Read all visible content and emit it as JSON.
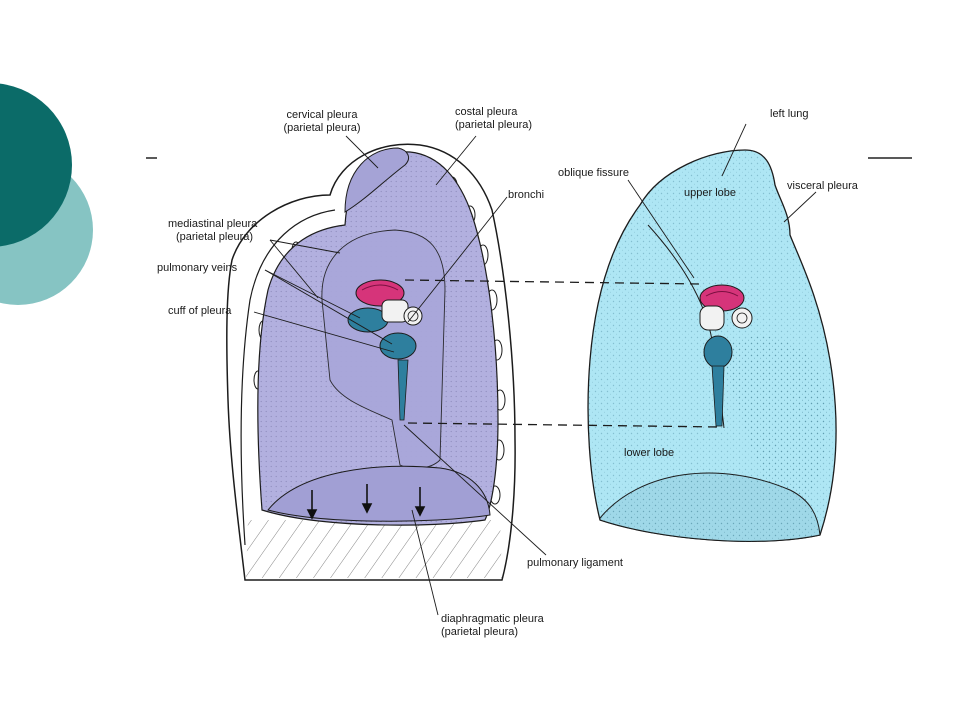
{
  "colors": {
    "dark_teal": "#0b6b68",
    "light_teal": "#86c4c3",
    "cavity_fill": "#b2b0df",
    "lung_fill": "#aee6f4",
    "vein_blue": "#2e7f9e",
    "artery_pink": "#d6347a",
    "outline": "#1c1c1c"
  },
  "labels": {
    "cervical_pleura": "cervical pleura",
    "cervical_pleura_sub": "(parietal pleura)",
    "costal_pleura": "costal pleura",
    "costal_pleura_sub": "(parietal pleura)",
    "mediastinal_pleura": "mediastinal pleura",
    "mediastinal_pleura_sub": "(parietal pleura)",
    "pulmonary_veins": "pulmonary veins",
    "cuff_of_pleura": "cuff of pleura",
    "bronchi": "bronchi",
    "left_lung": "left lung",
    "oblique_fissure": "oblique fissure",
    "upper_lobe": "upper lobe",
    "visceral_pleura": "visceral pleura",
    "lower_lobe": "lower lobe",
    "pulmonary_ligament": "pulmonary ligament",
    "diaphragmatic_pleura": "diaphragmatic pleura",
    "diaphragmatic_pleura_sub": "(parietal pleura)"
  },
  "icons": {
    "arrows": "down-arrow-icon"
  }
}
